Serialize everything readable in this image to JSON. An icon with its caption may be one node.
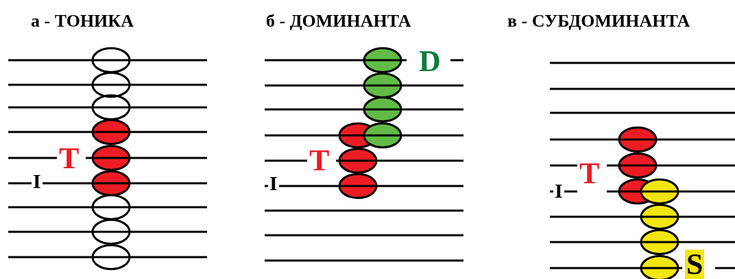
{
  "diagram": {
    "labels": [
      "а - ТОНИКА",
      "б - ДОМИНАНТА",
      "в - СУБДОМИНАНТА",
      "D",
      "T",
      "T",
      "T",
      "I",
      "I",
      "I",
      "S"
    ]
  }
}
